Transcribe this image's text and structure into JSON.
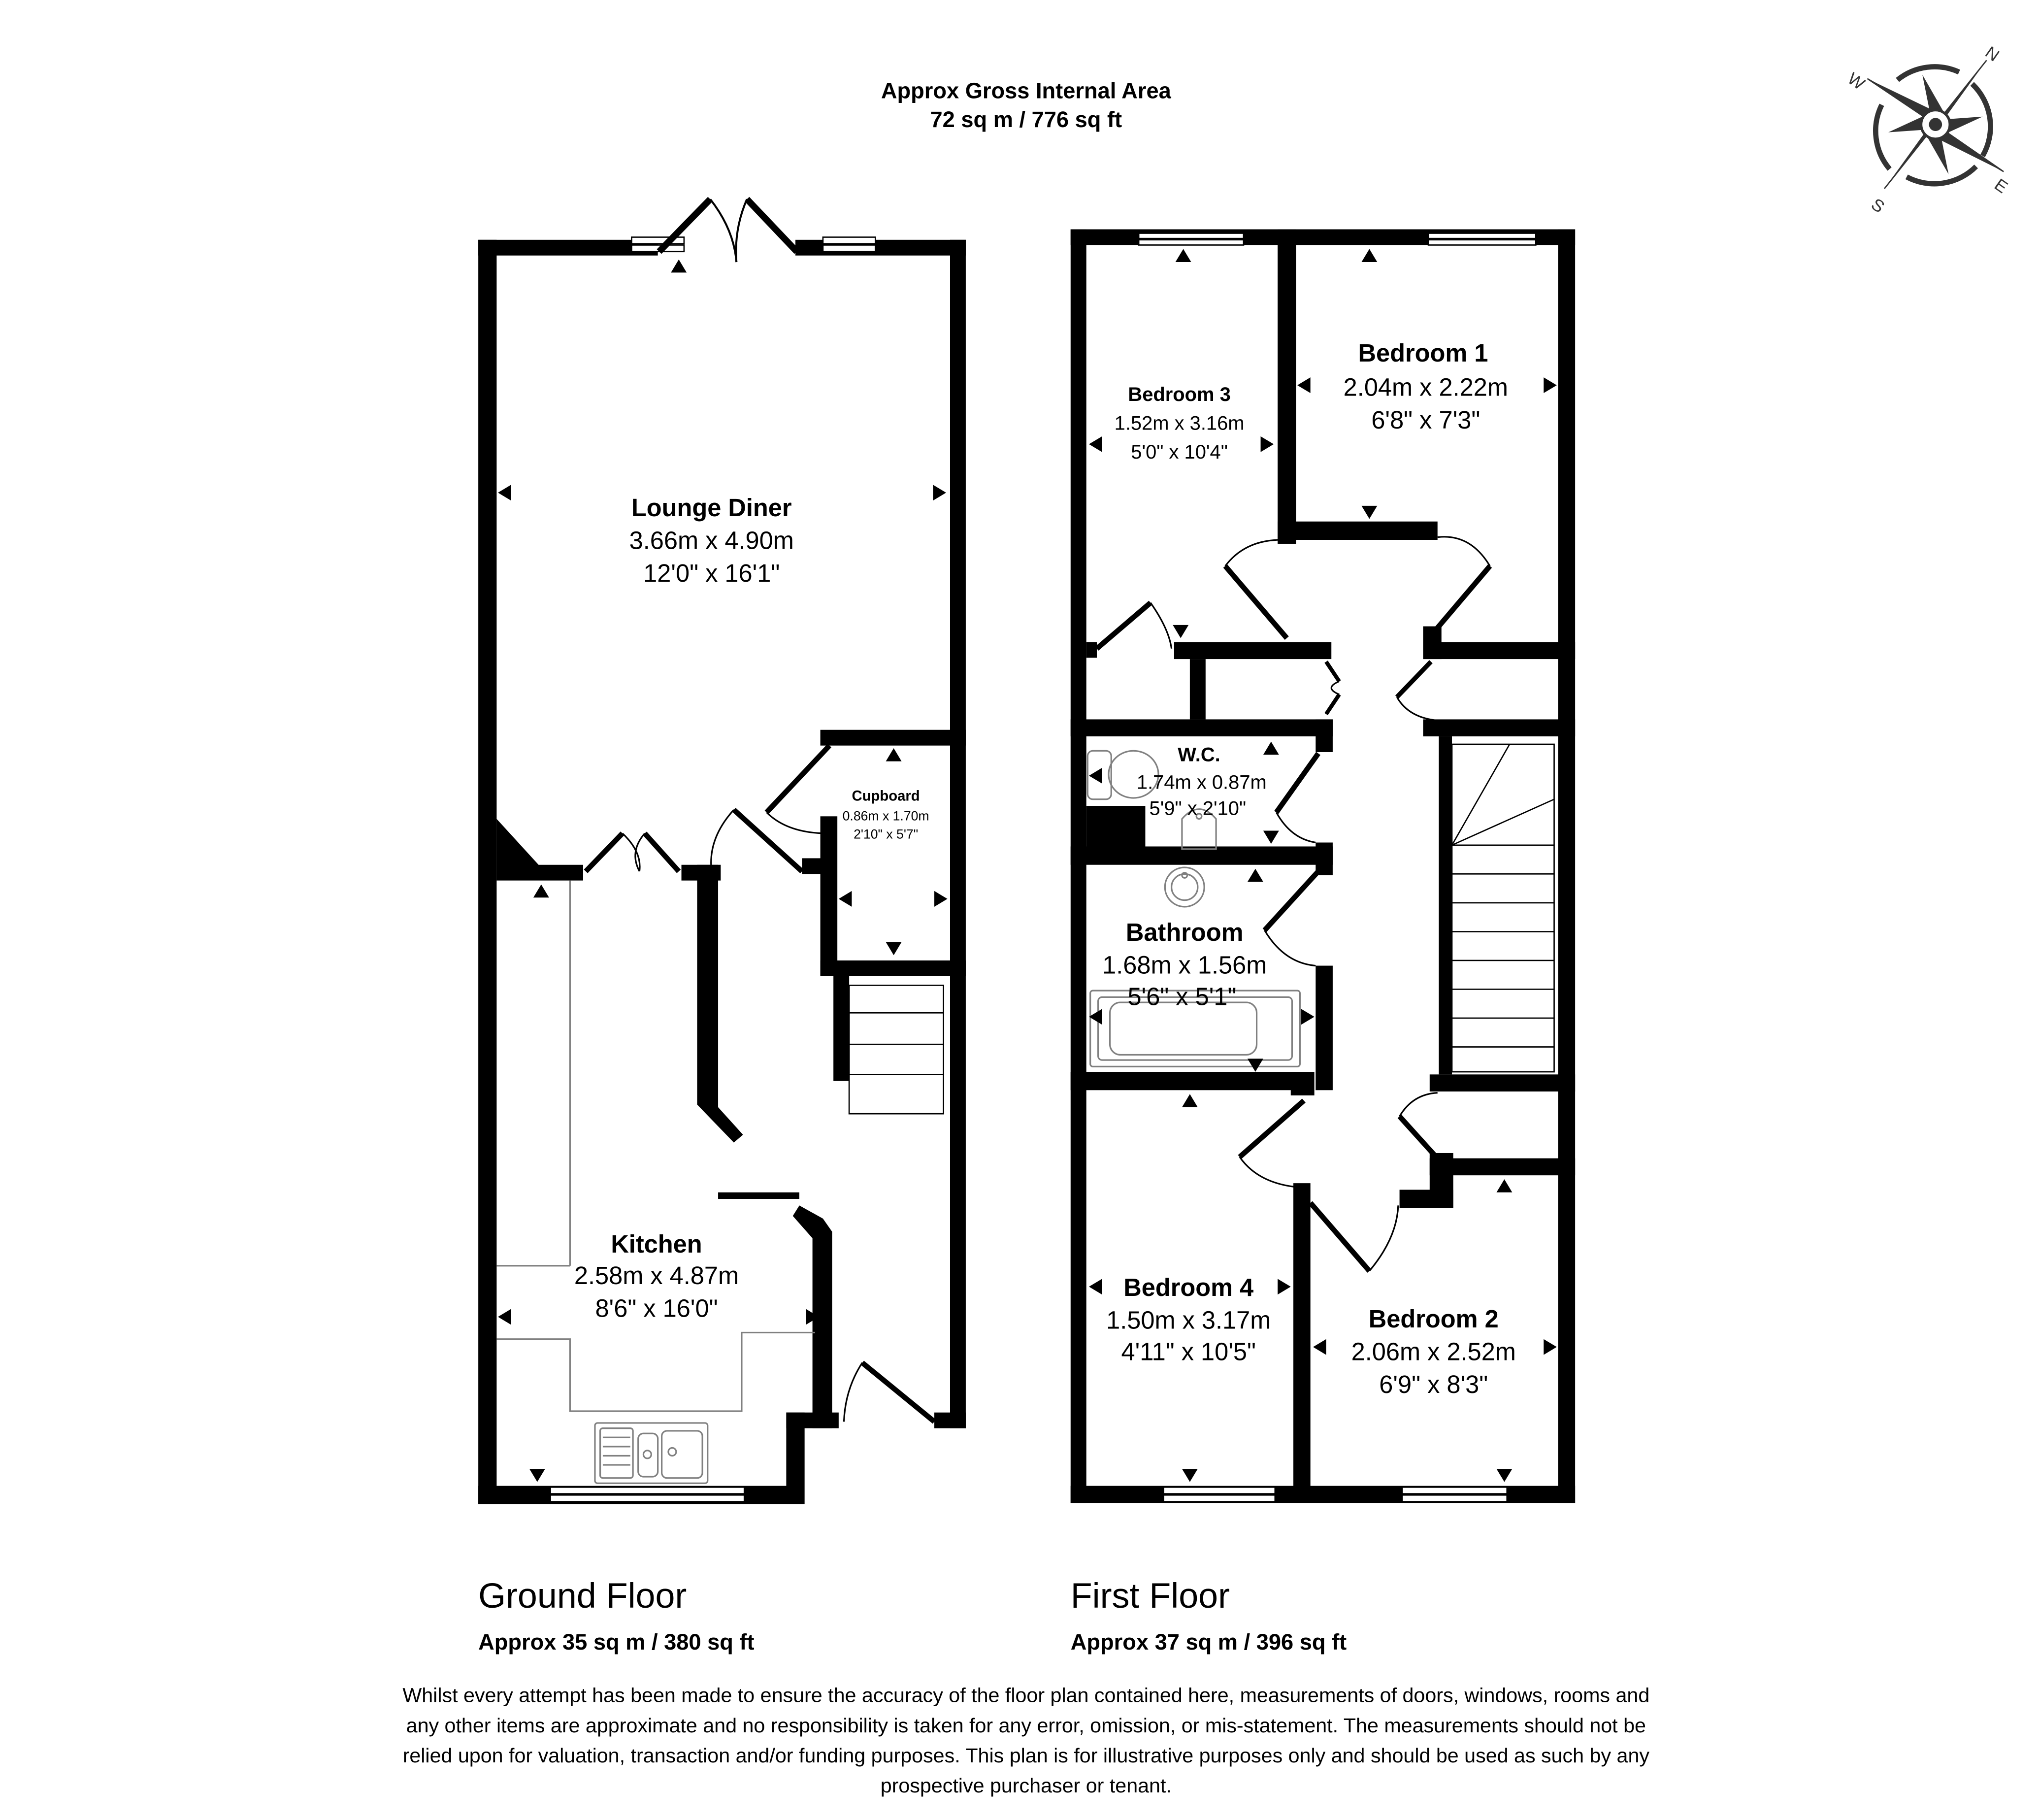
{
  "header": {
    "title_line1": "Approx Gross Internal Area",
    "title_line2": "72 sq m / 776 sq ft"
  },
  "compass": {
    "icon": "compass-rose-icon",
    "labels": {
      "n": "N",
      "e": "E",
      "s": "S",
      "w": "W"
    },
    "color": "#333333"
  },
  "ground_floor": {
    "name": "Ground Floor",
    "area": "Approx 35 sq m / 380 sq ft",
    "rooms": [
      {
        "name": "Lounge Diner",
        "metric": "3.66m x 4.90m",
        "imperial": "12'0\" x 16'1\""
      },
      {
        "name": "Kitchen",
        "metric": "2.58m x 4.87m",
        "imperial": "8'6\" x 16'0\""
      },
      {
        "name": "Cupboard",
        "metric": "0.86m x 1.70m",
        "imperial": "2'10\" x 5'7\""
      }
    ]
  },
  "first_floor": {
    "name": "First Floor",
    "area": "Approx 37 sq m / 396 sq ft",
    "rooms": [
      {
        "name": "Bedroom 1",
        "metric": "2.04m x 2.22m",
        "imperial": "6'8\" x 7'3\""
      },
      {
        "name": "Bedroom 3",
        "metric": "1.52m x 3.16m",
        "imperial": "5'0\" x 10'4\""
      },
      {
        "name": "W.C.",
        "metric": "1.74m x 0.87m",
        "imperial": "5'9\" x 2'10\""
      },
      {
        "name": "Bathroom",
        "metric": "1.68m x 1.56m",
        "imperial": "5'6\" x 5'1\""
      },
      {
        "name": "Bedroom 4",
        "metric": "1.50m x 3.17m",
        "imperial": "4'11\" x 10'5\""
      },
      {
        "name": "Bedroom 2",
        "metric": "2.06m x 2.52m",
        "imperial": "6'9\" x 8'3\""
      }
    ]
  },
  "disclaimer": {
    "lines": [
      "Whilst every attempt has been made to ensure the accuracy of the floor plan contained here, measurements of doors, windows, rooms and",
      "any other items are approximate and no responsibility is taken for any error, omission, or mis-statement. The measurements should not be",
      "relied upon for valuation, transaction and/or funding purposes. This plan is for illustrative purposes only and should be used as such by any",
      "prospective purchaser or tenant."
    ]
  },
  "colors": {
    "wall": "#000000",
    "fixture": "#808080",
    "background": "#ffffff",
    "compass": "#333333"
  }
}
